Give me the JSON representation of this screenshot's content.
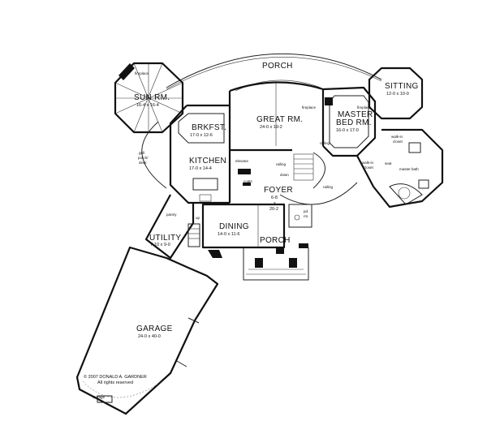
{
  "rooms": {
    "porch_top": {
      "name": "PORCH"
    },
    "sun_room": {
      "name": "SUN RM.",
      "dims": "16-4 x 16-4"
    },
    "fireplace_sun": {
      "label": "fireplace"
    },
    "great_room": {
      "name": "GREAT RM.",
      "dims": "24-0 x 19-2"
    },
    "fireplace_great": {
      "label": "fireplace"
    },
    "master_bed": {
      "name_line1": "MASTER",
      "name_line2": "BED RM.",
      "dims": "16-0 x 17-0"
    },
    "fireplace_master": {
      "label": "fireplace"
    },
    "sitting": {
      "name": "SITTING",
      "dims": "12-0 x 10-0"
    },
    "brkfst": {
      "name": "BRKFST.",
      "dims": "17-0 x 12-6"
    },
    "kitchen": {
      "name": "KITCHEN",
      "dims": "17-0 x 14-4"
    },
    "grill_porch": {
      "line1": "grill",
      "line2": "porch/",
      "line3": "deck"
    },
    "foyer": {
      "name": "FOYER",
      "dims_line1": "6-8",
      "dims_line2": "x",
      "dims_line3": "20-2"
    },
    "elevator": {
      "label": "elevator"
    },
    "coats": {
      "label": "coats"
    },
    "down": {
      "label": "down"
    },
    "railing_1": {
      "label": "railing"
    },
    "railing_2": {
      "label": "railing"
    },
    "railing_3": {
      "label": "railing"
    },
    "walkin_closet_1": {
      "line1": "walk-in",
      "line2": "closet"
    },
    "walkin_closet_2": {
      "line1": "walk-in",
      "line2": "closet"
    },
    "seat": {
      "label": "seat"
    },
    "master_bath": {
      "label": "master bath"
    },
    "pd_rm": {
      "line1": "pd.",
      "line2": "rm."
    },
    "dining": {
      "name": "DINING",
      "dims": "14-0 x 11-6"
    },
    "porch_front": {
      "name": "PORCH"
    },
    "pantry": {
      "label": "pantry"
    },
    "up": {
      "label": "up"
    },
    "utility": {
      "name": "UTILITY",
      "dims": "7-10 x 9-0"
    },
    "garage": {
      "name": "GARAGE",
      "dims": "24-0 x 40-0"
    },
    "storage": {
      "label": "storage"
    }
  },
  "copyright": {
    "line1": "© 2007 DONALD A. GARDNER",
    "line2": "All rights reserved"
  }
}
